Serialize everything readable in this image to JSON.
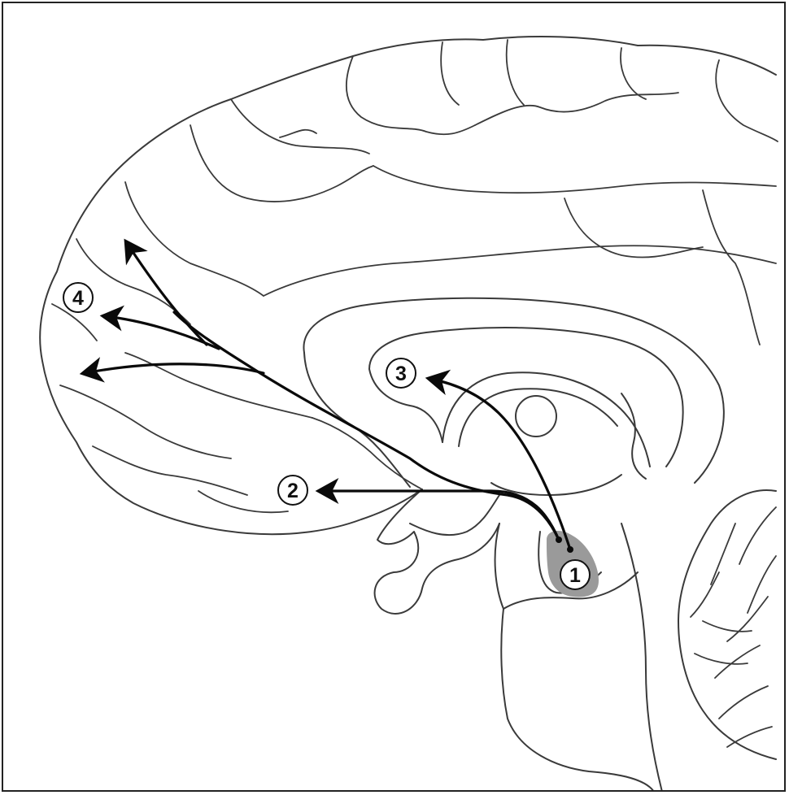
{
  "markers": {
    "m1": "1",
    "m2": "2",
    "m3": "3",
    "m4": "4"
  },
  "colors": {
    "outline": "#3a3a3a",
    "pathway": "#0a0a0a",
    "source_nucleus": "#9a9a9a",
    "frame": "#222222"
  }
}
